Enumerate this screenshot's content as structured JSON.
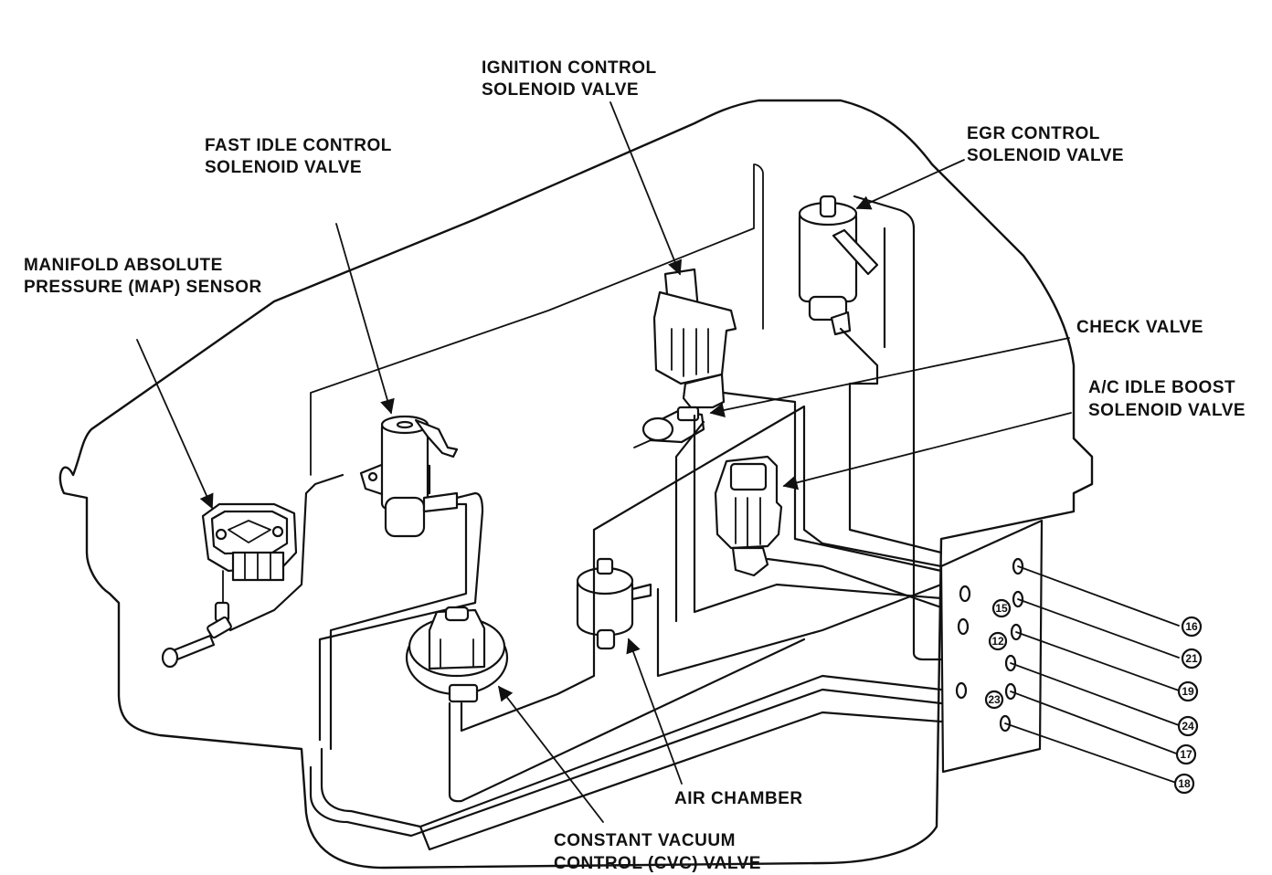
{
  "labels": {
    "ignition": [
      "IGNITION CONTROL",
      "SOLENOID VALVE"
    ],
    "fast_idle": [
      "FAST IDLE CONTROL",
      "SOLENOID VALVE"
    ],
    "egr": [
      "EGR CONTROL",
      "SOLENOID VALVE"
    ],
    "map_sensor": [
      "MANIFOLD ABSOLUTE",
      "PRESSURE (MAP) SENSOR"
    ],
    "check_valve": [
      "CHECK VALVE"
    ],
    "ac_idle": [
      "A/C IDLE BOOST",
      "SOLENOID VALVE"
    ],
    "air_chamber": [
      "AIR CHAMBER"
    ],
    "cvc": [
      "CONSTANT VACUUM",
      "CONTROL (CVC) VALVE"
    ]
  },
  "panel_ports": [
    "15",
    "12",
    "23"
  ],
  "hose_numbers": [
    "16",
    "21",
    "19",
    "24",
    "17",
    "18"
  ]
}
